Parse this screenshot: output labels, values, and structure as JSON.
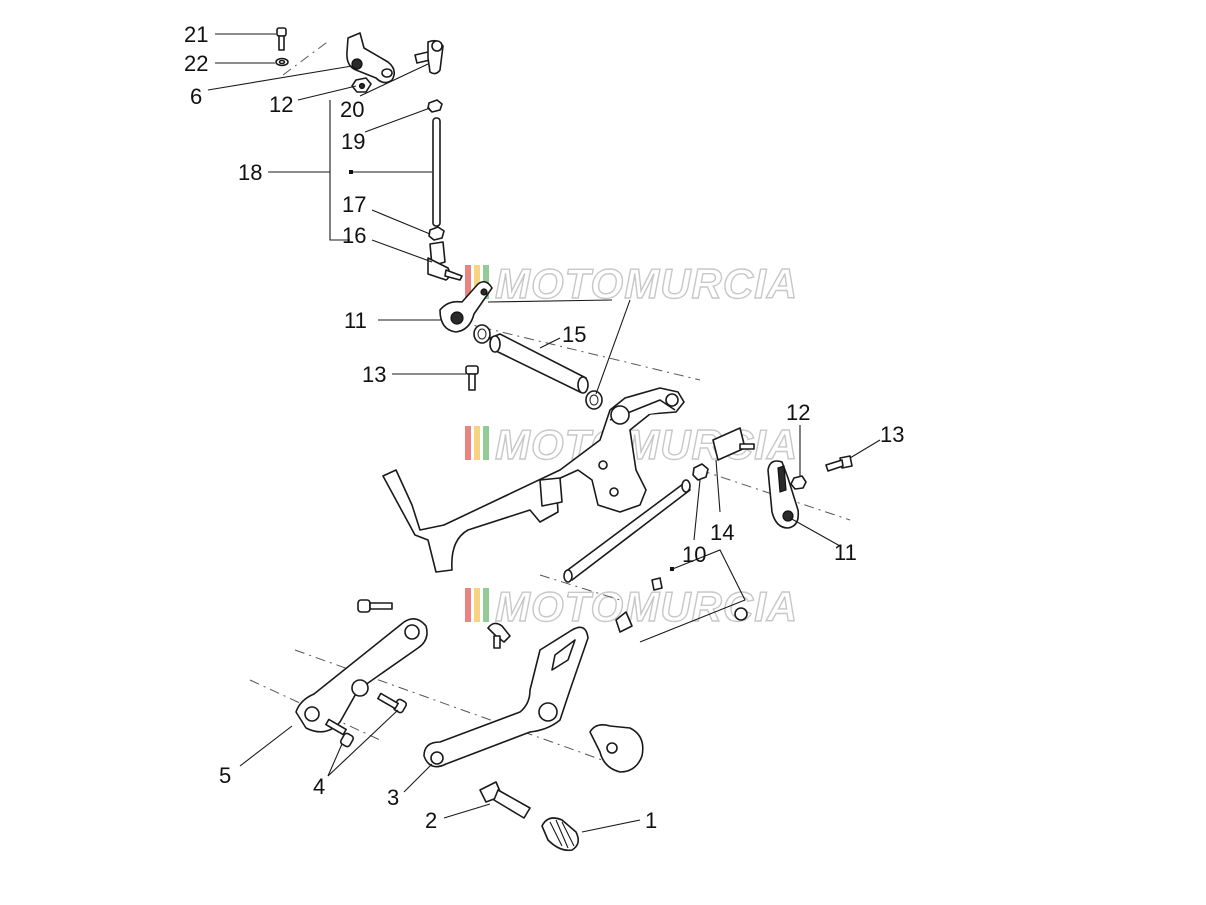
{
  "callouts": [
    {
      "id": "c21",
      "label": "21"
    },
    {
      "id": "c22",
      "label": "22"
    },
    {
      "id": "c6",
      "label": "6"
    },
    {
      "id": "c12a",
      "label": "12"
    },
    {
      "id": "c20",
      "label": "20"
    },
    {
      "id": "c19",
      "label": "19"
    },
    {
      "id": "c18",
      "label": "18"
    },
    {
      "id": "c17",
      "label": "17"
    },
    {
      "id": "c16",
      "label": "16"
    },
    {
      "id": "c11a",
      "label": "11"
    },
    {
      "id": "c15",
      "label": "15"
    },
    {
      "id": "c13a",
      "label": "13"
    },
    {
      "id": "c12b",
      "label": "12"
    },
    {
      "id": "c13b",
      "label": "13"
    },
    {
      "id": "c14",
      "label": "14"
    },
    {
      "id": "c10",
      "label": "10"
    },
    {
      "id": "c11b",
      "label": "11"
    },
    {
      "id": "c5",
      "label": "5"
    },
    {
      "id": "c4",
      "label": "4"
    },
    {
      "id": "c3",
      "label": "3"
    },
    {
      "id": "c2",
      "label": "2"
    },
    {
      "id": "c1",
      "label": "1"
    }
  ],
  "watermark": {
    "text": "MOTOMURCIA",
    "stripe_colors": [
      "#d9342b",
      "#f2b632",
      "#4aa84e"
    ],
    "outline_color": "#9a9a9a"
  }
}
